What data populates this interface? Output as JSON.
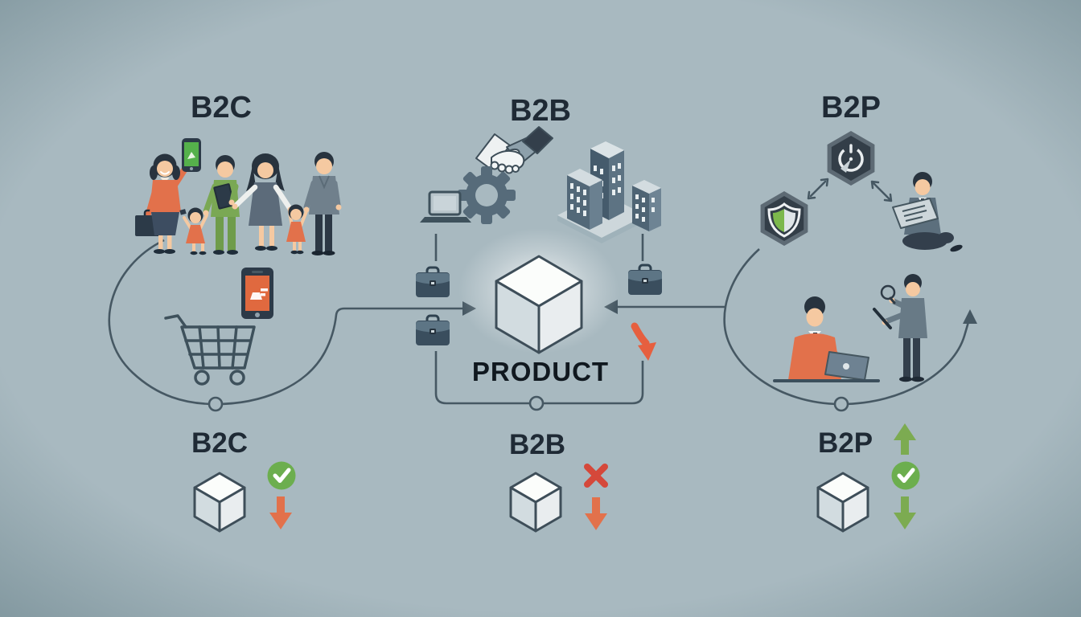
{
  "title": "Business model product flow infographic",
  "background": "#a8b9c0",
  "colors": {
    "line": "#465863",
    "text_dark": "#1f2a35",
    "orange": "#e2714b",
    "orange_arrow": "#e65f3f",
    "green_check": "#6cae4e",
    "green_arrow": "#7cab51",
    "red_cross": "#d5483a",
    "slate_dark": "#33404c",
    "slate_mid": "#55697a",
    "cube_top": "#fbfdfb",
    "cube_left": "#d2dce0",
    "cube_right": "#e9edef"
  },
  "top_sections": [
    {
      "id": "b2c",
      "label": "B2C",
      "icons": [
        "family-consumers-illustration",
        "smartphone-green-icon",
        "briefcase-icon",
        "shopping-cart-icon",
        "smartphone-orange-icon"
      ]
    },
    {
      "id": "b2b",
      "label": "B2B",
      "icons": [
        "handshake-icon",
        "gear-icon",
        "laptop-icon",
        "office-buildings-icon"
      ]
    },
    {
      "id": "b2p",
      "label": "B2P",
      "icons": [
        "timer-hexagon-icon",
        "shield-hexagon-icon",
        "double-arrow-icon",
        "sitting-analyst-illustration",
        "worker-at-laptop-illustration",
        "inspector-magnifier-illustration"
      ]
    }
  ],
  "center": {
    "product_label": "PRODUCT",
    "icons": [
      "product-cube-icon",
      "briefcase-icon",
      "flow-arrow-icon",
      "orange-bend-arrow-icon",
      "connector-node-icon"
    ]
  },
  "bottom_sections": [
    {
      "id": "b2c",
      "label": "B2C",
      "status": "approved",
      "status_icon": "check-circle-icon",
      "trend": "down",
      "trend_color": "#e2714b"
    },
    {
      "id": "b2b",
      "label": "B2B",
      "status": "rejected",
      "status_icon": "cross-icon",
      "trend": "down",
      "trend_color": "#e2714b"
    },
    {
      "id": "b2p",
      "label": "B2P",
      "status": "approved",
      "status_icon": "check-circle-icon",
      "trend": "up-down",
      "trend_color": "#7cab51"
    }
  ]
}
